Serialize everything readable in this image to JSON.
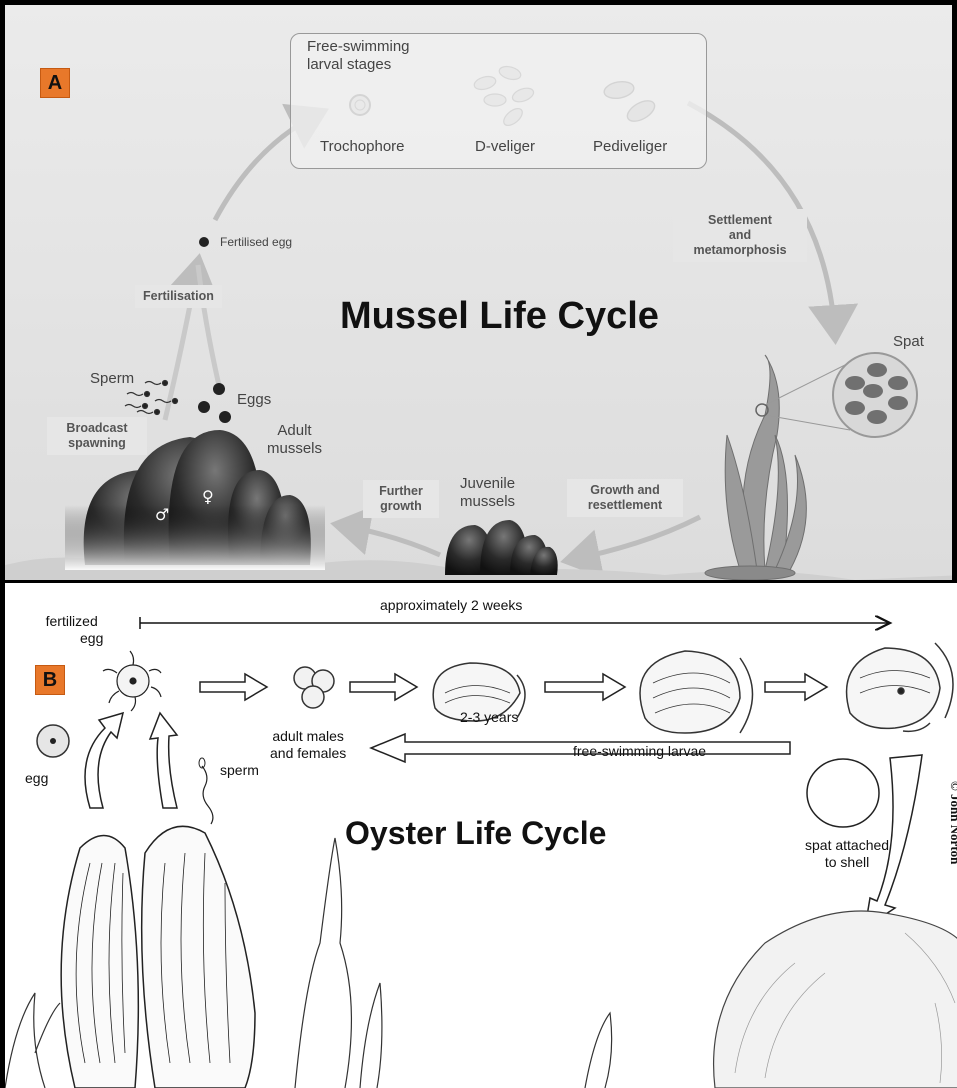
{
  "panel_a": {
    "badge": "A",
    "title": "Mussel Life Cycle",
    "larval_box_title_line1": "Free-swimming",
    "larval_box_title_line2": "larval stages",
    "stages": [
      "Trochophore",
      "D-veliger",
      "Pediveliger"
    ],
    "settlement_line1": "Settlement",
    "settlement_line2": "and",
    "settlement_line3": "metamorphosis",
    "spat": "Spat",
    "growth_line1": "Growth and",
    "growth_line2": "resettlement",
    "juvenile_line1": "Juvenile",
    "juvenile_line2": "mussels",
    "further_line1": "Further",
    "further_line2": "growth",
    "adult_line1": "Adult",
    "adult_line2": "mussels",
    "broadcast_line1": "Broadcast",
    "broadcast_line2": "spawning",
    "sperm": "Sperm",
    "eggs": "Eggs",
    "fertilisation": "Fertilisation",
    "fertilised_egg": "Fertilised egg"
  },
  "panel_b": {
    "badge": "B",
    "title": "Oyster Life Cycle",
    "fertilized_line1": "fertilized",
    "fertilized_line2": "egg",
    "duration": "approximately 2 weeks",
    "egg": "egg",
    "sperm": "sperm",
    "larvae": "free-swimming larvae",
    "years": "2-3 years",
    "adults_line1": "adult males",
    "adults_line2": "and females",
    "spat_line1": "spat attached",
    "spat_line2": "to shell",
    "credit": "© John Norton"
  }
}
